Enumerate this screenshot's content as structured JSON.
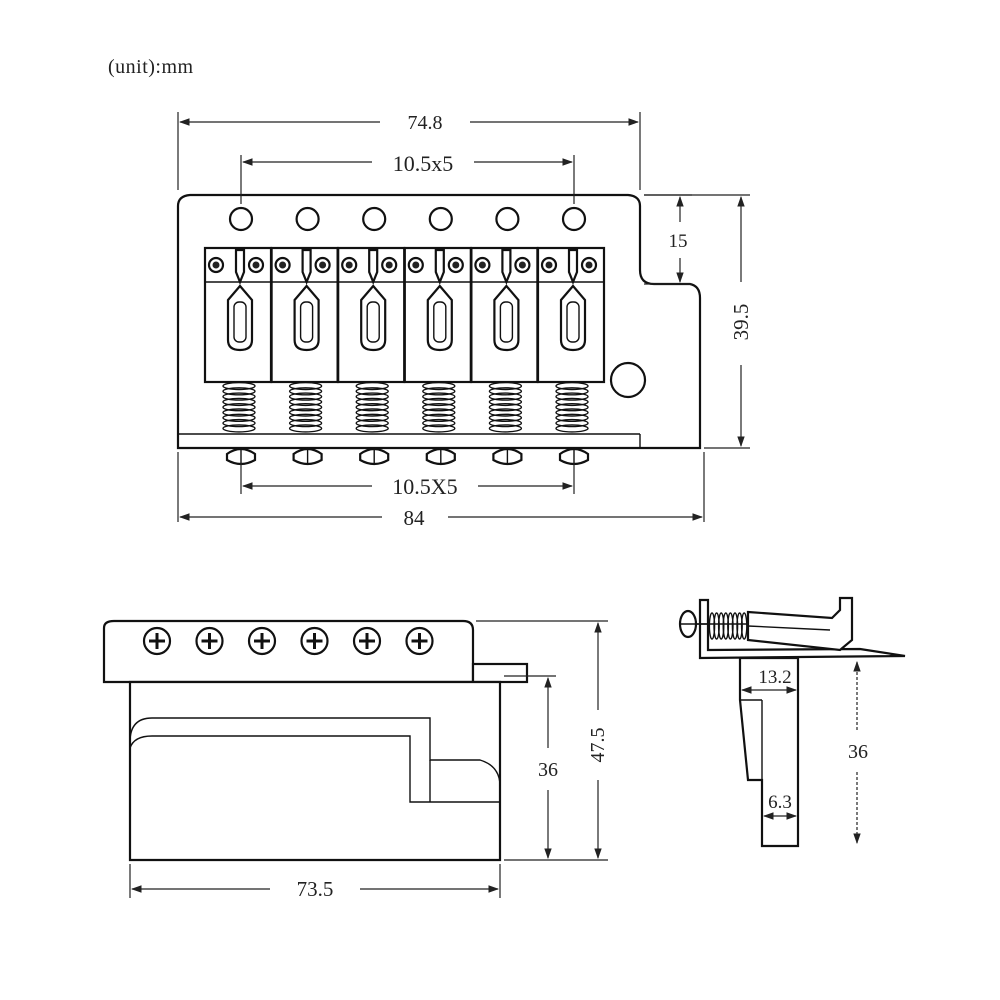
{
  "unit_label": "(unit):mm",
  "top_view": {
    "overall_top_width": "74.8",
    "top_string_spacing": "10.5x5",
    "hole_depth": "15",
    "overall_height": "39.5",
    "bottom_string_spacing": "10.5X5",
    "overall_bottom_width": "84"
  },
  "front_view": {
    "block_height": "36",
    "total_height": "47.5",
    "block_width": "73.5"
  },
  "side_view": {
    "block_depth": "13.2",
    "block_height": "36",
    "block_thickness": "6.3"
  },
  "colors": {
    "line": "#111111",
    "background": "#ffffff"
  }
}
